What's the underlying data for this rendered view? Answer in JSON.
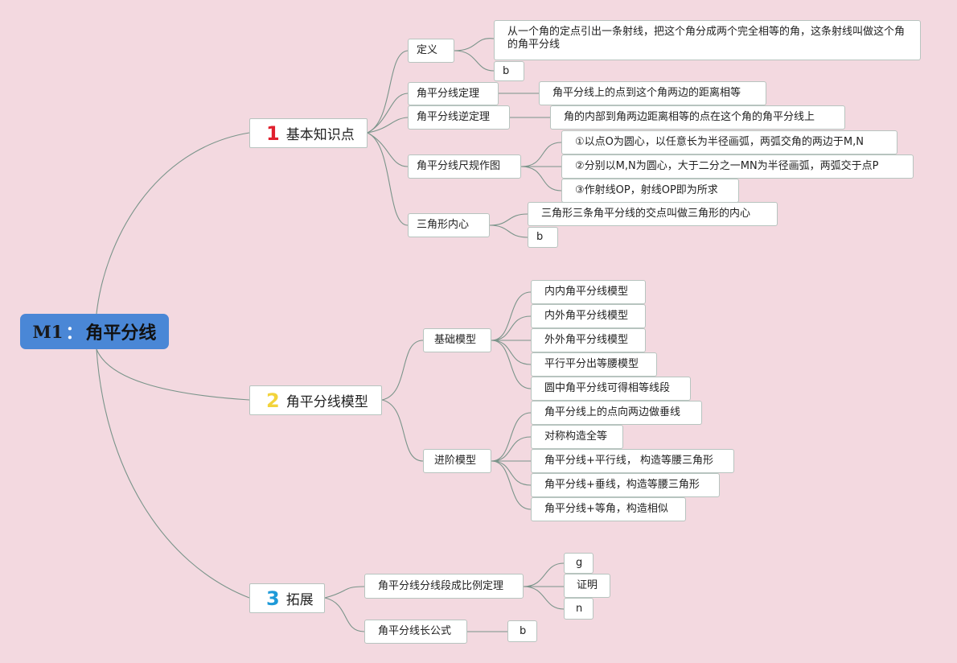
{
  "root": {
    "code": "M1",
    "sep": "：",
    "title": "角平分线"
  },
  "branches": [
    {
      "num": "1",
      "label": "基本知识点"
    },
    {
      "num": "2",
      "label": "角平分线模型"
    },
    {
      "num": "3",
      "label": "拓展"
    }
  ],
  "basics": {
    "definition": {
      "label": "定义",
      "text": "从一个角的定点引出一条射线，把这个角分成两个完全相等的角，这条射线叫做这个角的角平分线",
      "extra": "b"
    },
    "theorem": {
      "label": "角平分线定理",
      "text": "角平分线上的点到这个角两边的距离相等"
    },
    "converse": {
      "label": "角平分线逆定理",
      "text": "角的内部到角两边距离相等的点在这个角的角平分线上"
    },
    "construction": {
      "label": "角平分线尺规作图",
      "steps": [
        "①以点O为圆心，以任意长为半径画弧，两弧交角的两边于M,N",
        "②分别以M,N为圆心，大于二分之一MN为半径画弧，两弧交于点P",
        "③作射线OP，射线OP即为所求"
      ]
    },
    "incenter": {
      "label": "三角形内心",
      "text": "三角形三条角平分线的交点叫做三角形的内心",
      "extra": "b"
    }
  },
  "models": {
    "basic": {
      "label": "基础模型",
      "items": [
        "内内角平分线模型",
        "内外角平分线模型",
        "外外角平分线模型",
        "平行平分出等腰模型",
        "圆中角平分线可得相等线段"
      ]
    },
    "advanced": {
      "label": "进阶模型",
      "items": [
        "角平分线上的点向两边做垂线",
        "对称构造全等",
        "角平分线+平行线， 构造等腰三角形",
        "角平分线+垂线，构造等腰三角形",
        "角平分线+等角，构造相似"
      ]
    }
  },
  "extension": {
    "ratio": {
      "label": "角平分线分线段成比例定理",
      "items": [
        "g",
        "证明",
        "n"
      ]
    },
    "length": {
      "label": "角平分线长公式",
      "items": [
        "b"
      ]
    }
  }
}
